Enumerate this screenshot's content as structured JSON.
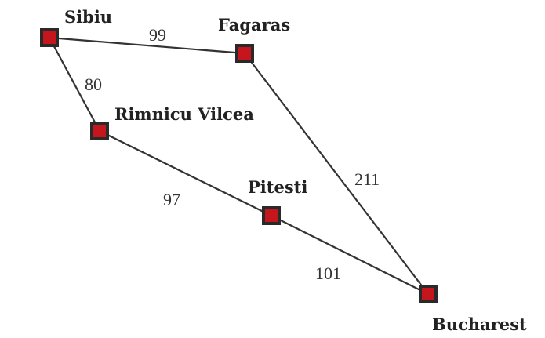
{
  "graph": {
    "colors": {
      "node_fill": "#c4161c",
      "node_border": "#2a2a2a",
      "edge": "#333333"
    },
    "nodes": [
      {
        "id": "sibiu",
        "label": "Sibiu"
      },
      {
        "id": "fagaras",
        "label": "Fagaras"
      },
      {
        "id": "rimnicu-vilcea",
        "label": "Rimnicu Vilcea"
      },
      {
        "id": "pitesti",
        "label": "Pitesti"
      },
      {
        "id": "bucharest",
        "label": "Bucharest"
      }
    ],
    "edges": [
      {
        "from": "sibiu",
        "to": "fagaras",
        "cost": "99"
      },
      {
        "from": "sibiu",
        "to": "rimnicu-vilcea",
        "cost": "80"
      },
      {
        "from": "rimnicu-vilcea",
        "to": "pitesti",
        "cost": "97"
      },
      {
        "from": "fagaras",
        "to": "bucharest",
        "cost": "211"
      },
      {
        "from": "pitesti",
        "to": "bucharest",
        "cost": "101"
      }
    ]
  }
}
